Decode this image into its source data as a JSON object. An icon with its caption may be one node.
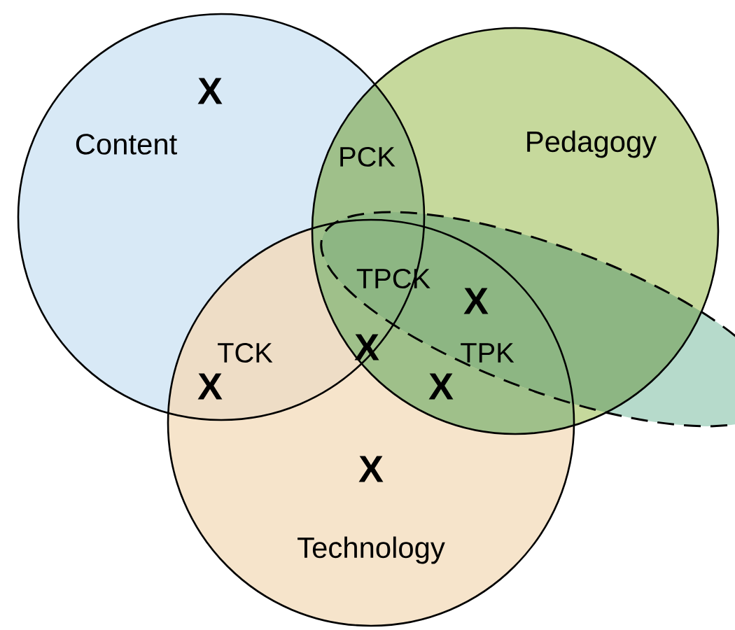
{
  "diagram": {
    "nodes": [
      {
        "text": [
          "Content"
        ]
      },
      {
        "text": [
          "Pedagogy"
        ]
      },
      {
        "text": [
          "Technology"
        ]
      },
      {
        "text": [],
        "shape": "ellipse"
      }
    ],
    "labels": [
      "X",
      "PCK",
      "TPCK",
      "X",
      "TCK",
      "X",
      "TPK",
      "X",
      "X",
      "X"
    ]
  }
}
